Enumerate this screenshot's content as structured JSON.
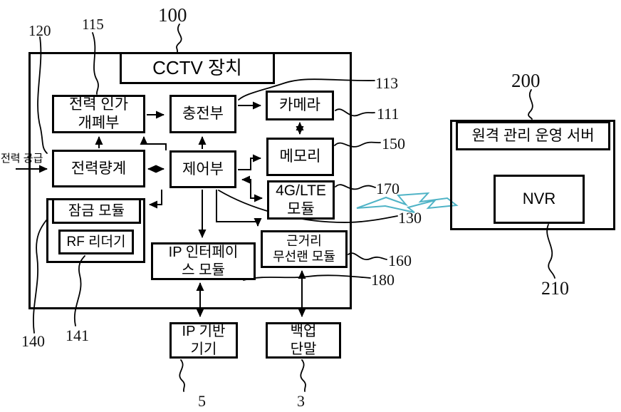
{
  "figure": {
    "device_title": "CCTV 장치",
    "server_title": "원격 관리 운영 서버"
  },
  "boxes": {
    "power_gate": {
      "line1": "전력 인가",
      "line2": "개폐부"
    },
    "charger": {
      "label": "충전부"
    },
    "camera": {
      "label": "카메라"
    },
    "memory": {
      "label": "메모리"
    },
    "lte_module": {
      "line1": "4G/LTE",
      "line2": "모듈"
    },
    "power_meter": {
      "label": "전력량계"
    },
    "controller": {
      "label": "제어부"
    },
    "lock_module": {
      "label": "잠금 모듈"
    },
    "rf_reader": {
      "label": "RF 리더기"
    },
    "ip_interface": {
      "line1": "IP 인터페이",
      "line2": "스 모듈"
    },
    "wlan_module": {
      "line1": "근거리",
      "line2": "무선랜 모듈"
    },
    "ip_device": {
      "line1": "IP 기반",
      "line2": "기기"
    },
    "backup": {
      "line1": "백업",
      "line2": "단말"
    },
    "nvr": {
      "label": "NVR"
    }
  },
  "annotations": {
    "power_supply_line1": "전력",
    "power_supply_line2": "공급"
  },
  "ref_labels": {
    "n100": "100",
    "n115": "115",
    "n120": "120",
    "n113": "113",
    "n111": "111",
    "n150": "150",
    "n170": "170",
    "n130": "130",
    "n160": "160",
    "n180": "180",
    "n140": "140",
    "n141": "141",
    "n5": "5",
    "n3": "3",
    "n200": "200",
    "n210": "210"
  },
  "colors": {
    "line": "#000000",
    "lightning": "#4fb3c6",
    "background": "#ffffff"
  }
}
